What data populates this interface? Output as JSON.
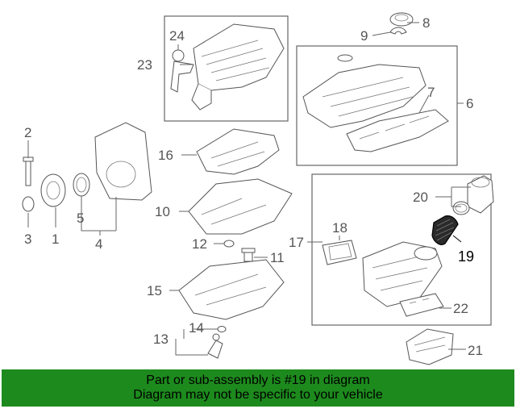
{
  "diagram": {
    "callouts": {
      "c1": "1",
      "c2": "2",
      "c3": "3",
      "c4": "4",
      "c5": "5",
      "c6": "6",
      "c7": "7",
      "c8": "8",
      "c9": "9",
      "c10": "10",
      "c11": "11",
      "c12": "12",
      "c13": "13",
      "c14": "14",
      "c15": "15",
      "c16": "16",
      "c17": "17",
      "c18": "18",
      "c19": "19",
      "c20": "20",
      "c21": "21",
      "c22": "22",
      "c23": "23",
      "c24": "24"
    },
    "highlighted_part": "19",
    "highlight_color": "#000000",
    "line_color": "#666666"
  },
  "banner": {
    "line1": "Part or sub-assembly is #19 in diagram",
    "line2": "Diagram may not be specific to your vehicle",
    "background": "#1d8a1d"
  }
}
